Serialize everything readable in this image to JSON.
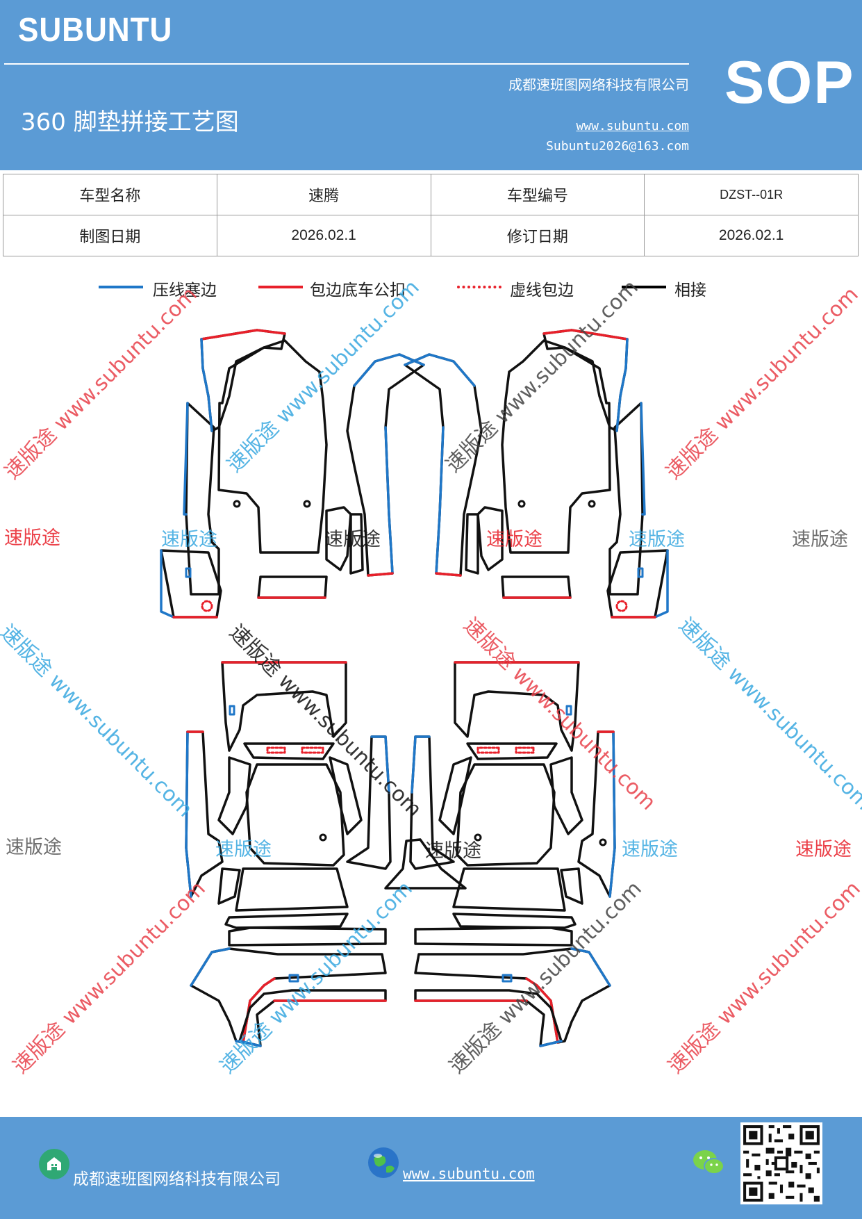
{
  "header": {
    "brand": "SUBUNTU",
    "company": "成都速班图网络科技有限公司",
    "title": "360 脚垫拼接工艺图",
    "website": "www.subuntu.com",
    "email": "Subuntu2026@163.com",
    "badge": "SOP"
  },
  "info_table": {
    "rows": [
      {
        "label1": "车型名称",
        "value1": "速腾",
        "label2": "车型编号",
        "value2": "DZST--01R"
      },
      {
        "label1": "制图日期",
        "value1": "2026.02.1",
        "label2": "修订日期",
        "value2": "2026.02.1"
      }
    ]
  },
  "legend": [
    {
      "label": "压线塞边",
      "color": "#1f77c8",
      "style": "solid"
    },
    {
      "label": "包边底车公扣",
      "color": "#e8202a",
      "style": "solid"
    },
    {
      "label": "虚线包边",
      "color": "#e8202a",
      "style": "dotted"
    },
    {
      "label": "相接",
      "color": "#000000",
      "style": "solid"
    }
  ],
  "watermarks": {
    "brand_cn": "速版途",
    "url": "www.subuntu.com",
    "combo": "速版途 www.subuntu.com"
  },
  "colors": {
    "header_bg": "#5b9bd5",
    "blue_edge": "#1f77c8",
    "red_edge": "#e8202a",
    "black_edge": "#000000"
  },
  "footer": {
    "company": "成都速班图网络科技有限公司",
    "website": "www.subuntu.com",
    "icons": [
      "building-icon",
      "globe-icon",
      "wechat-icon",
      "qr-code"
    ]
  }
}
